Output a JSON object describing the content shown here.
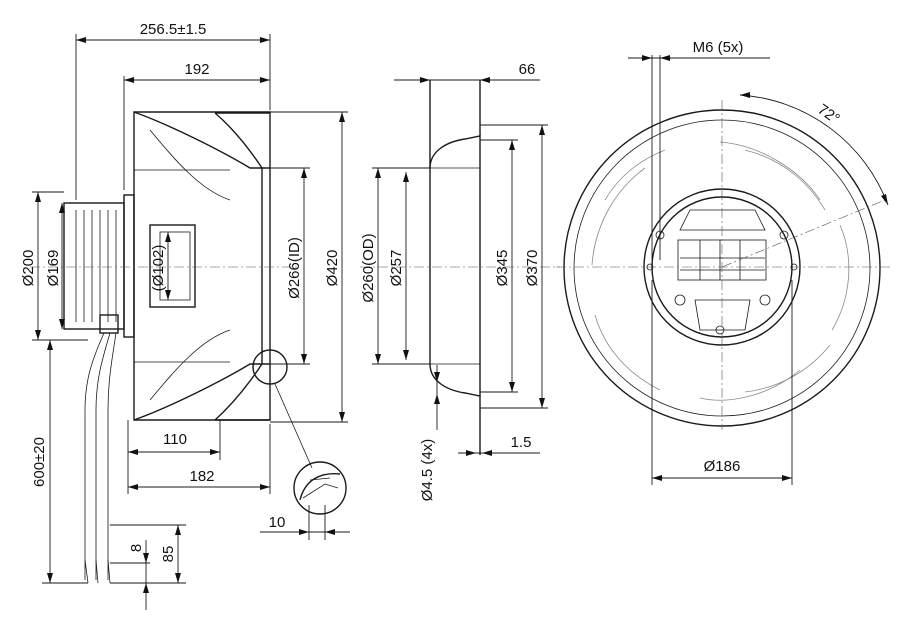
{
  "colors": {
    "line": "#1a1a1a",
    "paper": "#ffffff"
  },
  "labels": {
    "overall_width": "256.5±1.5",
    "depth_192": "192",
    "dia_200": "Ø200",
    "dia_169": "Ø169",
    "dia_102": "(Ø102)",
    "dia_266_id": "Ø266(ID)",
    "dia_420": "Ø420",
    "len_110": "110",
    "len_182": "182",
    "cable_600": "600±20",
    "len_10": "10",
    "len_8": "8",
    "len_85": "85",
    "ring_66": "66",
    "dia_260_od": "Ø260(OD)",
    "dia_257": "Ø257",
    "dia_345": "Ø345",
    "dia_370": "Ø370",
    "hole_4_5": "Ø4.5 (4x)",
    "len_1_5": "1.5",
    "thread_m6": "M6 (5x)",
    "angle_72": "72°",
    "dia_186": "Ø186"
  }
}
